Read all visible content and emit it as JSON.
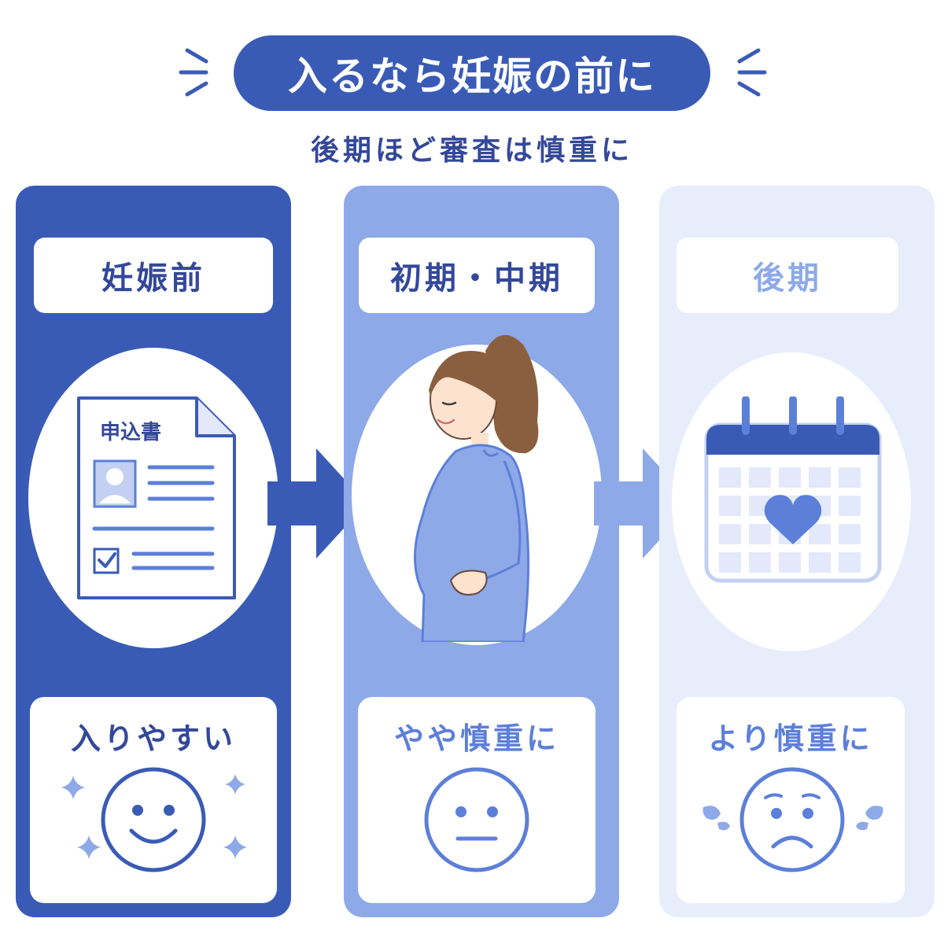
{
  "title": "入るなら妊娠の前に",
  "subtitle": "後期ほど審査は慎重に",
  "stages": [
    {
      "label": "妊娠前",
      "difficulty": "入りやすい",
      "illustration_icon": "application-form-icon",
      "face_icon": "smiling-face-icon"
    },
    {
      "label": "初期・中期",
      "difficulty": "やや慎重に",
      "illustration_icon": "pregnant-woman-icon",
      "face_icon": "neutral-face-icon"
    },
    {
      "label": "後期",
      "difficulty": "より慎重に",
      "illustration_icon": "calendar-heart-icon",
      "face_icon": "worried-face-icon"
    }
  ],
  "form": {
    "title": "申込書"
  },
  "colors": {
    "dark_blue": "#3a5bb5",
    "mid_blue": "#8ea9e8",
    "light_blue": "#e8edfb",
    "text_blue": "#34489a",
    "accent_blue": "#5c7fd9"
  }
}
